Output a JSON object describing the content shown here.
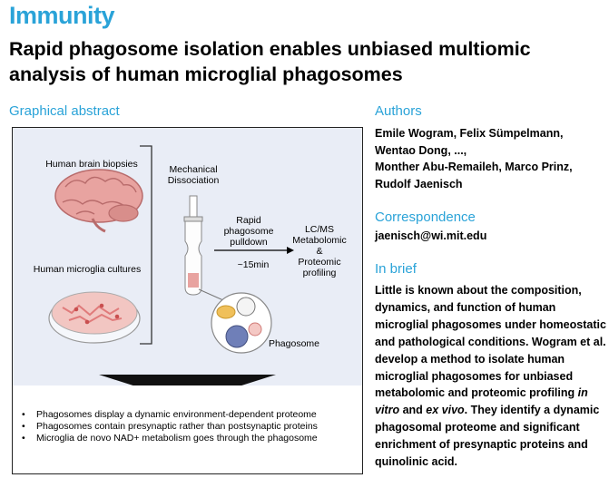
{
  "journal": "Immunity",
  "title": "Rapid phagosome isolation enables unbiased multiomic analysis of human microglial phagosomes",
  "graphical_abstract": {
    "heading": "Graphical abstract",
    "brain_label": "Human brain biopsies",
    "cultures_label": "Human microglia cultures",
    "dissociation_label": "Mechanical Dissociation",
    "pulldown_label": "Rapid phagosome pulldown",
    "time_label": "~15min",
    "lcms_label": "LC/MS",
    "metabolomic_label": "Metabolomic",
    "amp_label": "&",
    "proteomic_label": "Proteomic profiling",
    "phagosome_label": "Phagosome",
    "bullets": [
      "Phagosomes display a dynamic environment-dependent proteome",
      "Phagosomes contain presynaptic rather than postsynaptic proteins",
      "Microglia de novo NAD+ metabolism goes through the phagosome"
    ]
  },
  "authors": {
    "heading": "Authors",
    "lines": [
      "Emile Wogram, Felix Sümpelmann,",
      "Wentao Dong, ...,",
      "Monther Abu-Remaileh, Marco Prinz,",
      "Rudolf Jaenisch"
    ]
  },
  "correspondence": {
    "heading": "Correspondence",
    "email": "jaenisch@wi.mit.edu"
  },
  "in_brief": {
    "heading": "In brief",
    "text_1": "Little is known about the composition, dynamics, and function of human microglial phagosomes under homeostatic and pathological conditions. Wogram et al. develop a method to isolate human microglial phagosomes for unbiased metabolomic and proteomic profiling ",
    "italic_1": "in vitro",
    "text_2": " and ",
    "italic_2": "ex vivo",
    "text_3": ". They identify a dynamic phagosomal proteome and significant enrichment of presynaptic proteins and quinolinic acid."
  },
  "colors": {
    "accent": "#2aa3d8",
    "panel_background": "#e9edf6",
    "brain": "#e8a3a0",
    "culture": "#e07b7b",
    "phagosome_outer": "#cfd8ee"
  },
  "icons": [
    "brain-icon",
    "petri-dish-icon",
    "syringe-icon",
    "arrow-icon",
    "phagosome-zoom-icon",
    "down-arrow-triangle"
  ]
}
